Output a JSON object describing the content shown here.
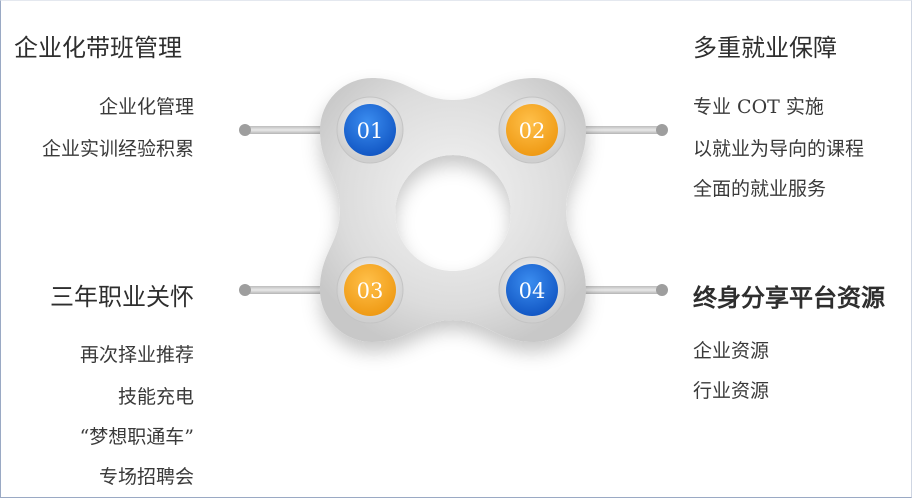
{
  "colors": {
    "blue": "#1f6fd8",
    "orange": "#f5a623",
    "metal": "#d6d6d6"
  },
  "quadrants": [
    {
      "num": "01",
      "color": "blue",
      "title": "企业化带班管理",
      "items": [
        "企业化管理",
        "企业实训经验积累"
      ]
    },
    {
      "num": "02",
      "color": "orange",
      "title": "多重就业保障",
      "items": [
        "专业 COT 实施",
        "以就业为导向的课程",
        "全面的就业服务"
      ]
    },
    {
      "num": "03",
      "color": "orange",
      "title": "三年职业关怀",
      "items": [
        "再次择业推荐",
        "技能充电",
        "“梦想职通车”",
        "专场招聘会"
      ]
    },
    {
      "num": "04",
      "color": "blue",
      "title": "终身分享平台资源",
      "items": [
        "企业资源",
        "行业资源"
      ]
    }
  ]
}
